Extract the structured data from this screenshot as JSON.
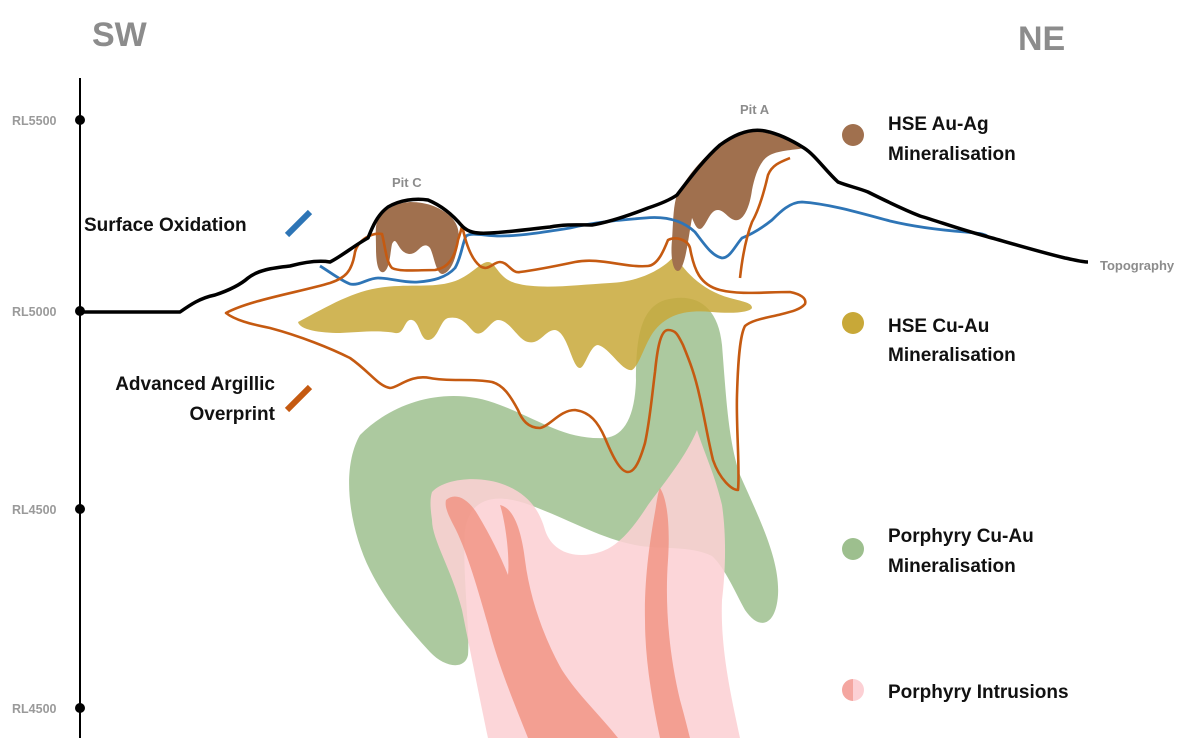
{
  "directions": {
    "left": "SW",
    "right": "NE"
  },
  "elevation_axis": [
    "RL5500",
    "RL5000",
    "RL4500",
    "RL4500"
  ],
  "pits": {
    "c": "Pit C",
    "a": "Pit A"
  },
  "topography_label": "Topography",
  "annotations": {
    "surface_oxidation": "Surface Oxidation",
    "argillic_line1": "Advanced Argillic",
    "argillic_line2": "Overprint"
  },
  "legend": {
    "hse_au_ag": {
      "line1": "HSE Au-Ag",
      "line2": "Mineralisation",
      "color": "#a0704e"
    },
    "hse_cu_au": {
      "line1": "HSE Cu-Au",
      "line2": "Mineralisation",
      "color": "#c8a838"
    },
    "porphyry_cu_au": {
      "line1": "Porphyry Cu-Au",
      "line2": "Mineralisation",
      "color": "#9dbf8e"
    },
    "porphyry_intrusions": {
      "line1": "Porphyry Intrusions",
      "color": "#f4a6a0"
    }
  },
  "colors": {
    "oxidation": "#2e75b6",
    "argillic": "#c55a11",
    "topography": "#000000",
    "intrusion_core": "#f08c7a"
  }
}
